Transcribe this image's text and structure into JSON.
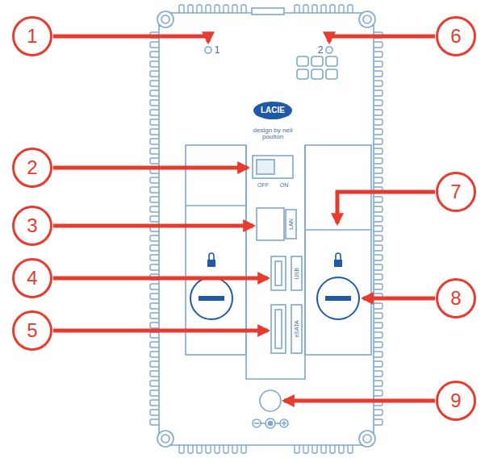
{
  "diagram": {
    "nodes": [
      {
        "text": [
          "1"
        ]
      },
      {
        "text": [
          "6"
        ]
      },
      {
        "text": [
          "LACIE"
        ]
      },
      {
        "text": [
          "2"
        ]
      },
      {
        "text": [
          "7"
        ]
      },
      {
        "text": [
          "3"
        ]
      },
      {
        "text": [
          "4"
        ]
      },
      {
        "text": [
          "8"
        ]
      },
      {
        "text": [
          "5"
        ]
      },
      {
        "text": [
          "9"
        ]
      }
    ],
    "labels": [
      "1",
      "2",
      "design by neil poulton",
      "OFF",
      "ON",
      "LAN",
      "USB",
      "eSATA"
    ]
  }
}
